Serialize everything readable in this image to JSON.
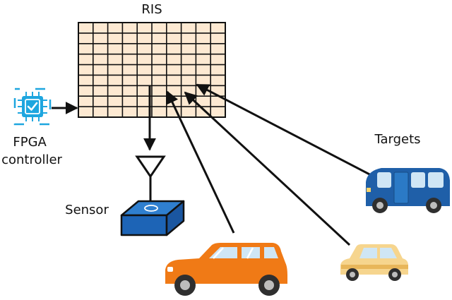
{
  "labels": {
    "ris": "RIS",
    "fpga_line1": "FPGA",
    "fpga_line2": "controller",
    "targets": "Targets",
    "sensor": "Sensor"
  },
  "colors": {
    "ris_cell": "#fde9d2",
    "grid_line": "#111111",
    "arrow": "#111111",
    "chip": "#1ea6df",
    "sensor_top": "#2f7fcf",
    "sensor_front": "#1d64b6",
    "bus": "#1f5fa8",
    "car_orange": "#f07a16",
    "car_small": "#f6d58e",
    "window": "#cfe6f5",
    "tire": "#2f2f2f"
  },
  "grid": {
    "rows": 9,
    "cols": 10
  },
  "icons": [
    "chip-icon",
    "antenna-icon",
    "sensor-box-icon",
    "bus-icon",
    "orange-car-icon",
    "yellow-car-icon"
  ]
}
